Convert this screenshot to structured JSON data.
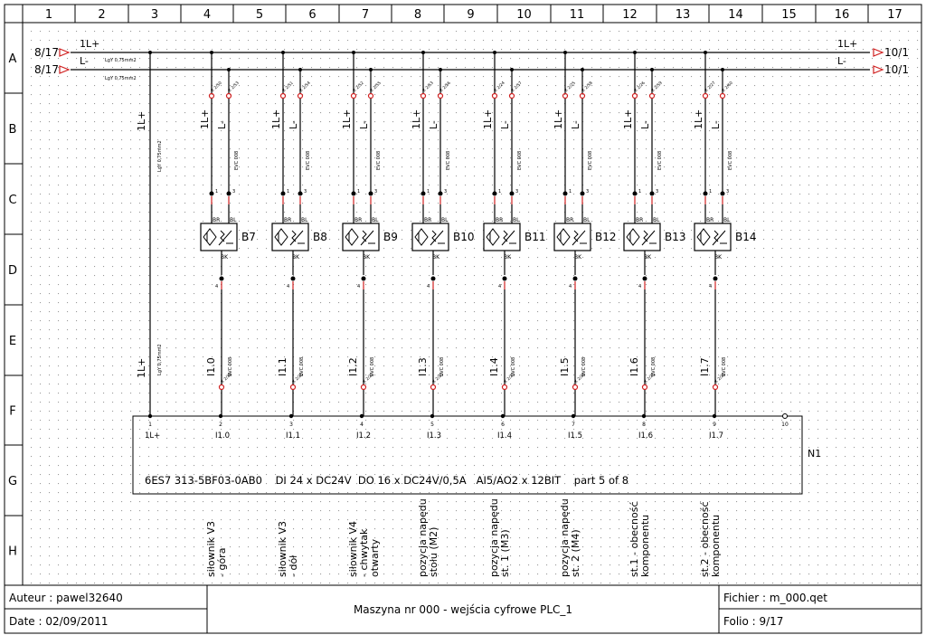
{
  "columns": [
    "1",
    "2",
    "3",
    "4",
    "5",
    "6",
    "7",
    "8",
    "9",
    "10",
    "11",
    "12",
    "13",
    "14",
    "15",
    "16",
    "17"
  ],
  "rows": [
    "A",
    "B",
    "C",
    "D",
    "E",
    "F",
    "G",
    "H"
  ],
  "bus": {
    "lplus_label": "1L+",
    "lminus_label": "L-",
    "left_ref_top": "8/17",
    "left_ref_bottom": "8/17",
    "right_ref_top": "10/1",
    "right_ref_bottom": "10/1",
    "cable_top": "LgY 0,75mm2",
    "cable_bottom": "LgY 0,75mm2",
    "vertical_label_top": "1L+",
    "vertical_label_bottom": "1L+",
    "vertical_cable_top": "LgY 0,75mm2",
    "vertical_cable_bottom": "LgY 0,75mm2"
  },
  "sensors": [
    {
      "tag": "B7",
      "input": "I1.0",
      "desc": [
        "siłownik V3",
        "- góra"
      ],
      "top_term_a": "X 2/50",
      "top_term_b": "X 2/53",
      "bot_term": "X 2/19"
    },
    {
      "tag": "B8",
      "input": "I1.1",
      "desc": [
        "siłownik V3",
        "- dół"
      ],
      "top_term_a": "X 2/51",
      "top_term_b": "X 2/54",
      "bot_term": "X 2/20"
    },
    {
      "tag": "B9",
      "input": "I1.2",
      "desc": [
        "siłownik V4",
        "- chwytak",
        "otwarty"
      ],
      "top_term_a": "X 2/52",
      "top_term_b": "X 2/55",
      "bot_term": "X 2/22"
    },
    {
      "tag": "B10",
      "input": "I1.3",
      "desc": [
        "pozycja napędu",
        "stołu (M2)"
      ],
      "top_term_a": "X 2/53",
      "top_term_b": "X 2/56",
      "bot_term": "X 2/23"
    },
    {
      "tag": "B11",
      "input": "I1.4",
      "desc": [
        "pozycja napędu",
        "st. 1 (M3)"
      ],
      "top_term_a": "X 2/24",
      "top_term_b": "X 2/57",
      "bot_term": "X 2/23"
    },
    {
      "tag": "B12",
      "input": "I1.5",
      "desc": [
        "pozycja napędu",
        "st. 2 (M4)"
      ],
      "top_term_a": "X 2/25",
      "top_term_b": "X 2/58",
      "bot_term": "X 2/24"
    },
    {
      "tag": "B13",
      "input": "I1.6",
      "desc": [
        "st.1 - obecność",
        "komponentu"
      ],
      "top_term_a": "X 2/26",
      "top_term_b": "X 2/59",
      "bot_term": "X 2/25"
    },
    {
      "tag": "B14",
      "input": "I1.7",
      "desc": [
        "st.2 - obecność",
        "komponentu"
      ],
      "top_term_a": "X 2/27",
      "top_term_b": "X 2/60",
      "bot_term": "X 2/26"
    }
  ],
  "wire_labels": {
    "branch_plus": "1L+",
    "branch_minus": "L-",
    "cable": "EVC 008",
    "pin_top_plus": "1",
    "pin_top_minus": "3",
    "pin_bot": "4",
    "color_br": "BR",
    "color_bl": "BL",
    "color_bk": "BK"
  },
  "plc": {
    "tag": "N1",
    "pins": [
      "1",
      "2",
      "3",
      "4",
      "5",
      "6",
      "7",
      "8",
      "9",
      "10"
    ],
    "pin_labels": [
      "1L+",
      "I1.0",
      "I1.1",
      "I1.2",
      "I1.3",
      "I1.4",
      "I1.5",
      "I1.6",
      "I1.7"
    ],
    "description": "6ES7 313-5BF03-0AB0    DI 24 x DC24V  DO 16 x DC24V/0,5A   AI5/AO2 x 12BIT    part 5 of 8"
  },
  "title_block": {
    "author": "Auteur : pawel32640",
    "date": "Date : 02/09/2011",
    "title": "Maszyna nr 000 - wejścia cyfrowe PLC_1",
    "file": "Fichier : m_000.qet",
    "folio": "Folio : 9/17"
  },
  "colors": {
    "grid_dot": "#9a9a9a",
    "terminal": "#d02020",
    "line": "#000000"
  }
}
